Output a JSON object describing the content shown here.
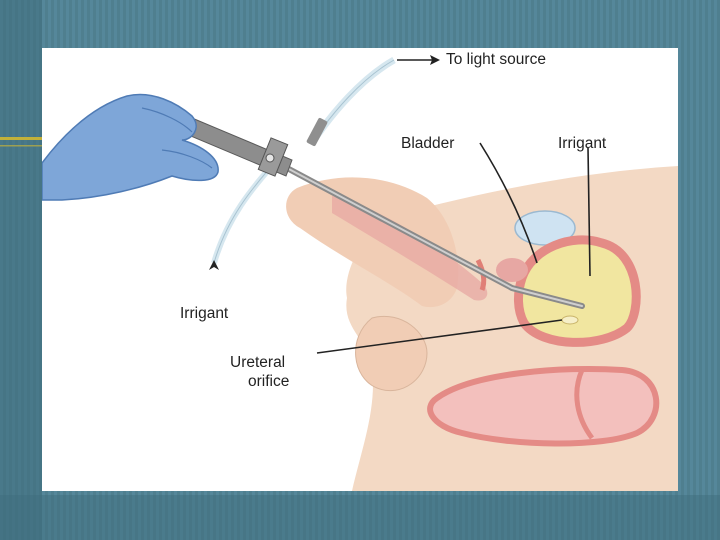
{
  "colors": {
    "slide_bg": "#4f7f8f",
    "slide_accent": "#c2b13a",
    "skin": "#f3d9c4",
    "tissue": "#e7a7a3",
    "bladder_fill": "#f1e6a0",
    "glove": "#7ea6d8",
    "instrument": "#8a8a8a"
  },
  "labels": {
    "light_source": "To light source",
    "bladder": "Bladder",
    "irrigant_right": "Irrigant",
    "irrigant_left": "Irrigant",
    "ureteral": "Ureteral",
    "orifice": "orifice"
  }
}
